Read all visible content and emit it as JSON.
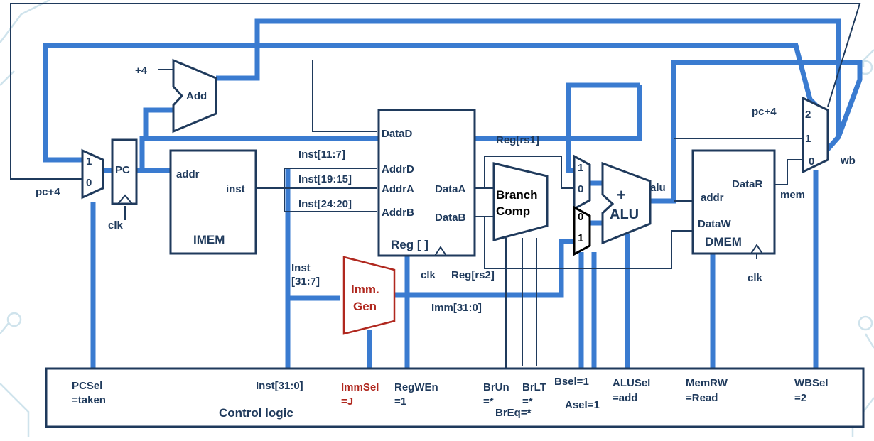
{
  "colors": {
    "bus": "#3a7bd0",
    "wire": "#1f3a5c",
    "imm_gen": "#b0281f",
    "text": "#1f3a5c"
  },
  "labels": {
    "plus4": "+4",
    "add": "Add",
    "pc": "PC",
    "clk": "clk",
    "pc_plus4_left": "pc+4",
    "mux_1": "1",
    "mux_0": "0",
    "mux_2": "2",
    "addr": "addr",
    "inst": "inst",
    "imem": "IMEM",
    "inst_11_7": "Inst[11:7]",
    "inst_19_15": "Inst[19:15]",
    "inst_24_20": "Inst[24:20]",
    "inst_lower_1": "Inst",
    "inst_lower_2": "[31:7]",
    "data_d": "DataD",
    "addr_d": "AddrD",
    "addr_a": "AddrA",
    "addr_b": "AddrB",
    "data_a": "DataA",
    "data_b": "DataB",
    "reg": "Reg [ ]",
    "reg_rs1": "Reg[rs1]",
    "reg_rs2": "Reg[rs2]",
    "branch": "Branch",
    "comp": "Comp",
    "imm_1": "Imm.",
    "imm_2": "Gen",
    "imm_31_0": "Imm[31:0]",
    "alu_plus": "+",
    "alu": "ALU",
    "alu_out": "alu",
    "data_r": "DataR",
    "data_w": "DataW",
    "dmem": "DMEM",
    "mem": "mem",
    "pc_plus4_right": "pc+4",
    "wb": "wb"
  },
  "control": {
    "title": "Control logic",
    "pcsel_1": "PCSel",
    "pcsel_2": "=taken",
    "inst_31_0": "Inst[31:0]",
    "immsel_1": "ImmSel",
    "immsel_2": "=J",
    "regwen_1": "RegWEn",
    "regwen_2": "=1",
    "brun_1": "BrUn",
    "brun_2": "=*",
    "brlt_1": "BrLT",
    "brlt_2": "=*",
    "breq": "BrEq=*",
    "bsel": "Bsel=1",
    "asel": "Asel=1",
    "alusel_1": "ALUSel",
    "alusel_2": "=add",
    "memrw_1": "MemRW",
    "memrw_2": "=Read",
    "wbsel_1": "WBSel",
    "wbsel_2": "=2"
  }
}
